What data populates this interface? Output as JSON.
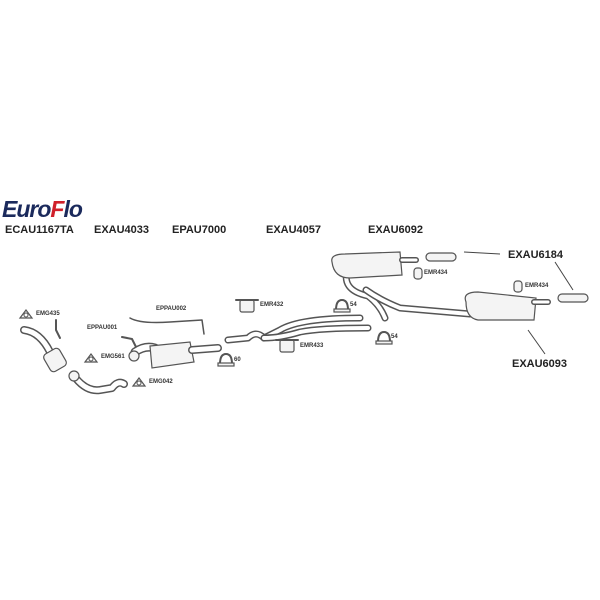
{
  "logo": {
    "text_a": "Euro",
    "text_f": "F",
    "text_b": "lo",
    "colors": {
      "primary": "#1b2a5c",
      "accent": "#d0202a"
    }
  },
  "parts": {
    "cat": "ECAU1167TA",
    "front_pipe": "EXAU4033",
    "dpf": "EPAU7000",
    "centre_pipe": "EXAU4057",
    "rear_box_left": "EXAU6092",
    "tailpipe": "EXAU6184",
    "rear_box_right": "EXAU6093"
  },
  "fittings": {
    "emg435": "EMG435",
    "eppau001": "EPPAU001",
    "eppau002": "EPPAU002",
    "emg561": "EMG561",
    "emg042": "EMG042",
    "emr432": "EMR432",
    "emr433": "EMR433",
    "clamp60": "60",
    "clamp54a": "54",
    "clamp54b": "54",
    "emr434a": "EMR434",
    "emr434b": "EMR434"
  }
}
